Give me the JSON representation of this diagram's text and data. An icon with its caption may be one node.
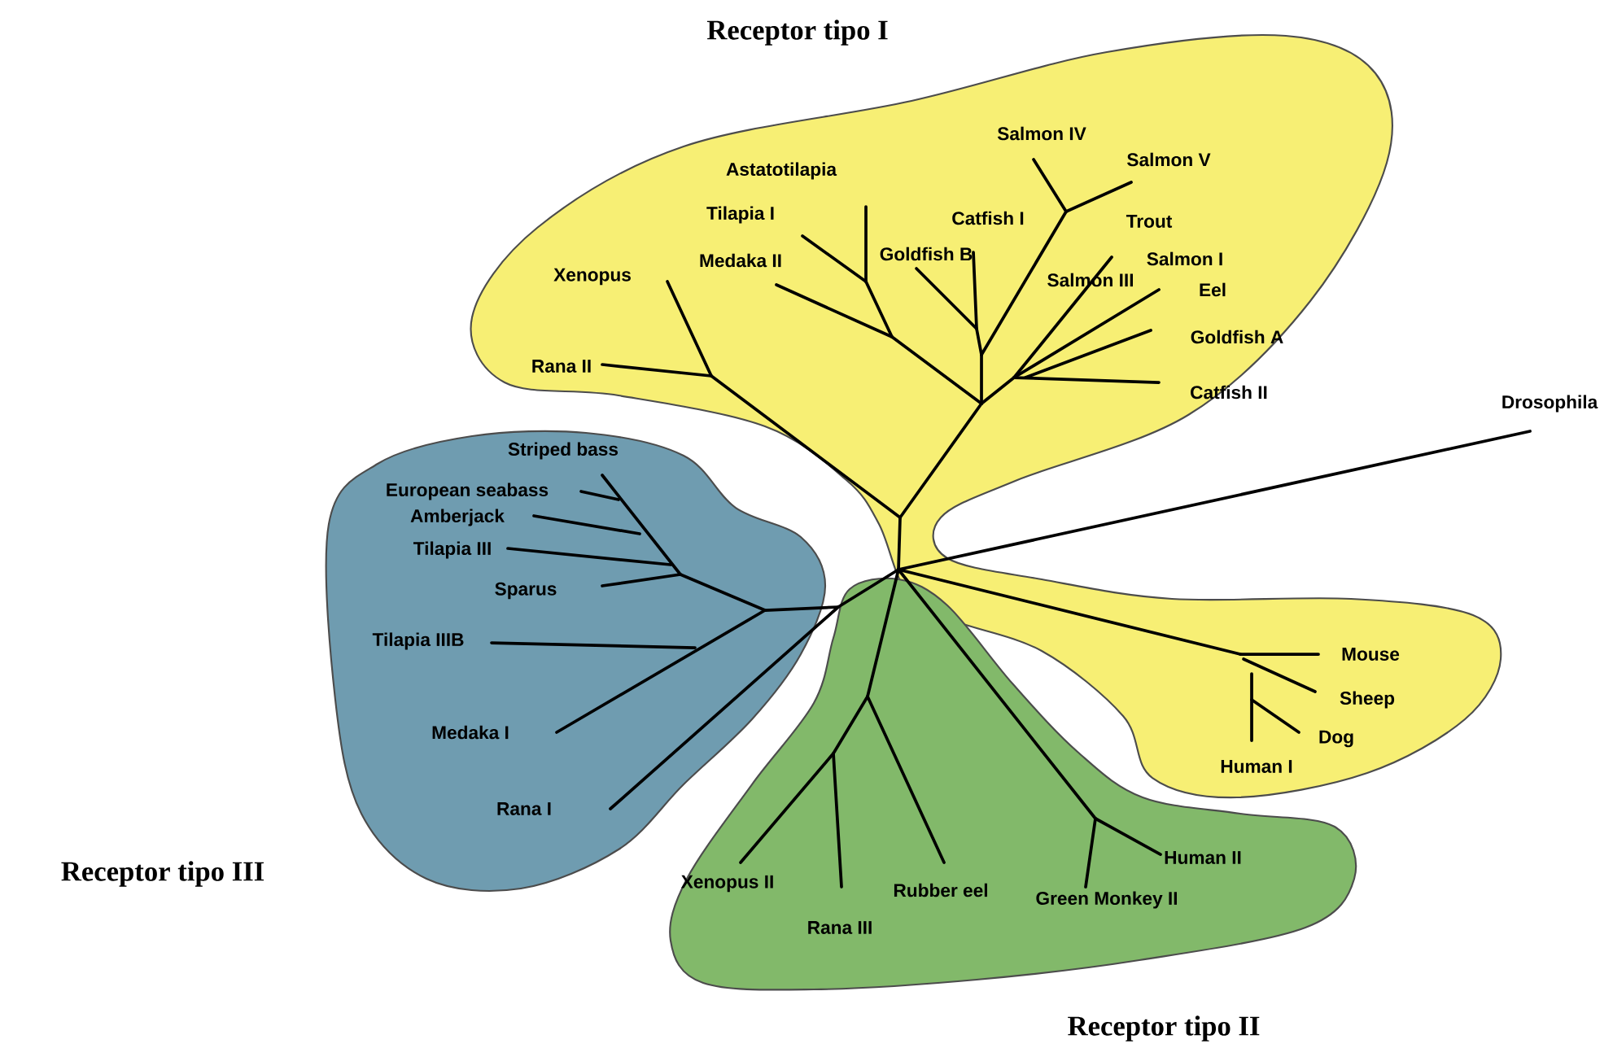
{
  "diagram": {
    "nodes": [
      {
        "text": [
          "Receptor tipo I"
        ]
      },
      {
        "text": [
          "Receptor tipo III"
        ]
      },
      {
        "text": [
          "Receptor tipo II"
        ]
      }
    ],
    "labels": [
      "Salmon IV",
      "Salmon V",
      "Astatotilapia",
      "Tilapia I",
      "Catfish I",
      "Trout",
      "Medaka II",
      "Goldfish B",
      "Salmon I",
      "Xenopus",
      "Salmon III",
      "Eel",
      "Goldfish A",
      "Catfish II",
      "Rana II",
      "Drosophila",
      "Striped bass",
      "European seabass",
      "Amberjack",
      "Tilapia III",
      "Sparus",
      "Tilapia IIIB",
      "Medaka I",
      "Rana I",
      "Mouse",
      "Sheep",
      "Dog",
      "Human I",
      "Human II",
      "Xenopus II",
      "Rubber eel",
      "Green Monkey II",
      "Rana III"
    ]
  }
}
